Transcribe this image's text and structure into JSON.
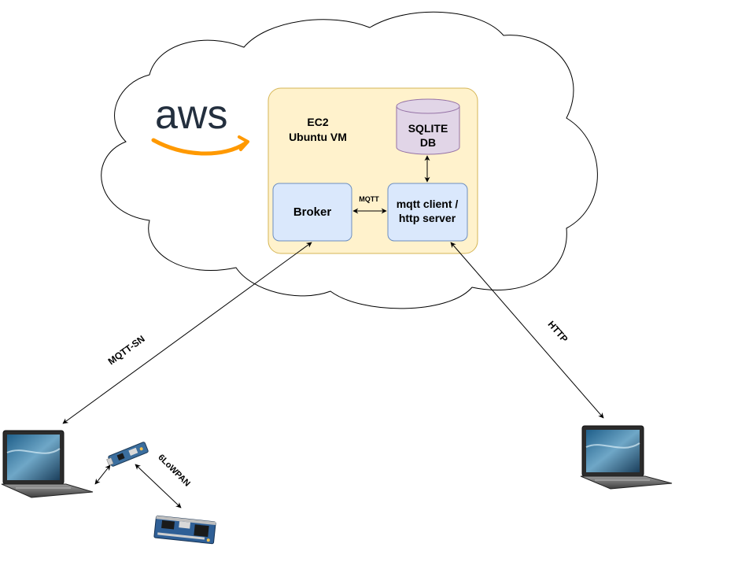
{
  "cloud": {
    "brand_text": "aws"
  },
  "vm": {
    "title_line1": "EC2",
    "title_line2": "Ubuntu VM"
  },
  "db": {
    "line1": "SQLITE",
    "line2": "DB"
  },
  "broker": {
    "label": "Broker"
  },
  "client": {
    "line1": "mqtt client /",
    "line2": "http server"
  },
  "links": {
    "mqtt": "MQTT",
    "mqtt_sn": "MQTT-SN",
    "http": "HTTP",
    "sixlowpan": "6LoWPAN"
  },
  "colors": {
    "vm_fill": "#fff2cc",
    "vm_stroke": "#d6b656",
    "box_fill": "#dae8fc",
    "box_stroke": "#6c8ebf",
    "db_fill": "#e1d5e7",
    "db_stroke": "#9673a6",
    "aws_text": "#232f3e",
    "aws_smile": "#ff9900"
  }
}
